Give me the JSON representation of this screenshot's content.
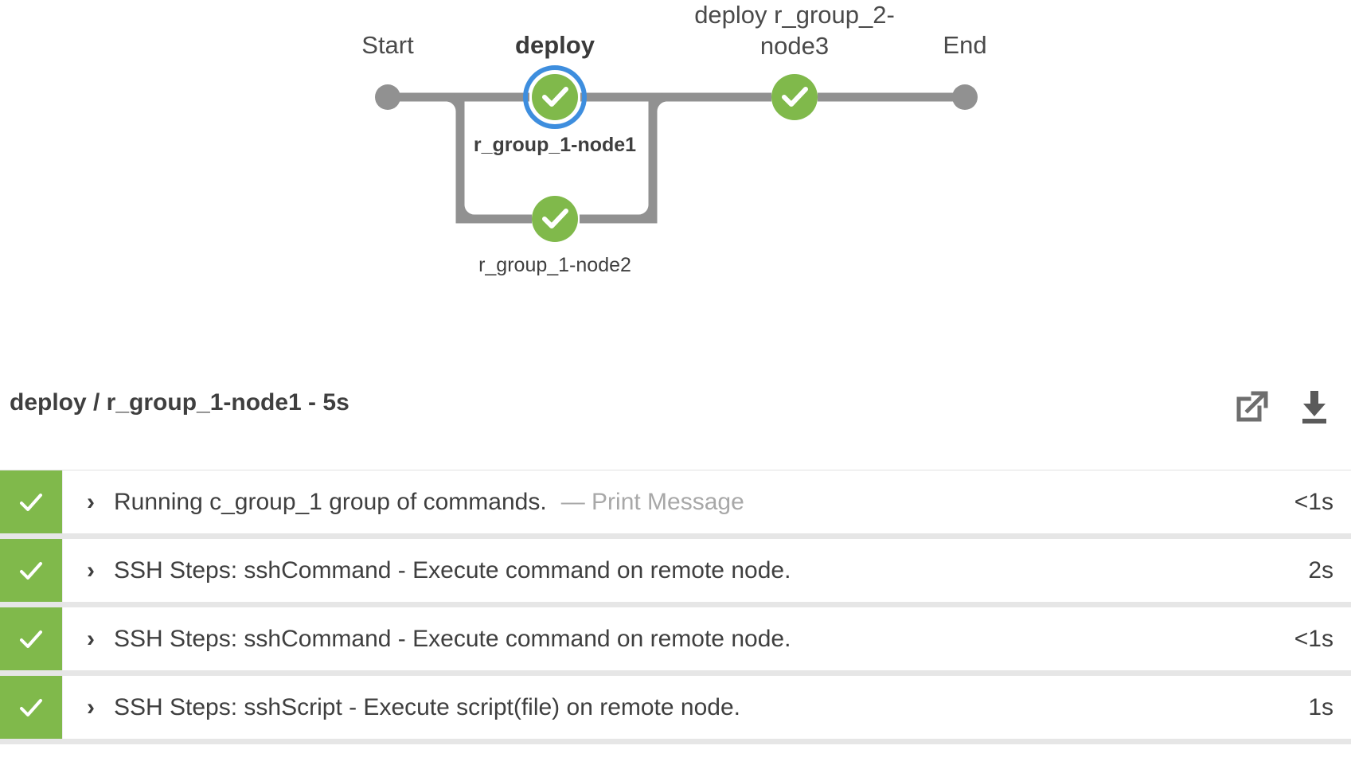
{
  "graph": {
    "start_label": "Start",
    "end_label": "End",
    "stages": [
      {
        "title": "deploy",
        "bold": true,
        "caption": "r_group_1-node1",
        "caption_bold": true,
        "status": "success",
        "selected": true
      },
      {
        "title": "",
        "bold": false,
        "caption": "r_group_1-node2",
        "caption_bold": false,
        "status": "success",
        "selected": false
      },
      {
        "title": "deploy r_group_2-\nnode3",
        "bold": false,
        "caption": "",
        "caption_bold": false,
        "status": "success",
        "selected": false
      }
    ],
    "colors": {
      "success": "#80b94b",
      "selected_ring": "#3e8ede",
      "connector": "#919191",
      "endpoint": "#919191"
    }
  },
  "detail": {
    "title": "deploy / r_group_1-node1 - 5s",
    "open_icon": "external-link-icon",
    "download_icon": "download-icon",
    "rows": [
      {
        "status": "success",
        "chevron": "›",
        "label": "Running c_group_1 group of commands.",
        "sub": "— Print Message",
        "duration": "<1s"
      },
      {
        "status": "success",
        "chevron": "›",
        "label": "SSH Steps: sshCommand - Execute command on remote node.",
        "sub": "",
        "duration": "2s"
      },
      {
        "status": "success",
        "chevron": "›",
        "label": "SSH Steps: sshCommand - Execute command on remote node.",
        "sub": "",
        "duration": "<1s"
      },
      {
        "status": "success",
        "chevron": "›",
        "label": "SSH Steps: sshScript - Execute script(file) on remote node.",
        "sub": "",
        "duration": "1s"
      }
    ]
  }
}
